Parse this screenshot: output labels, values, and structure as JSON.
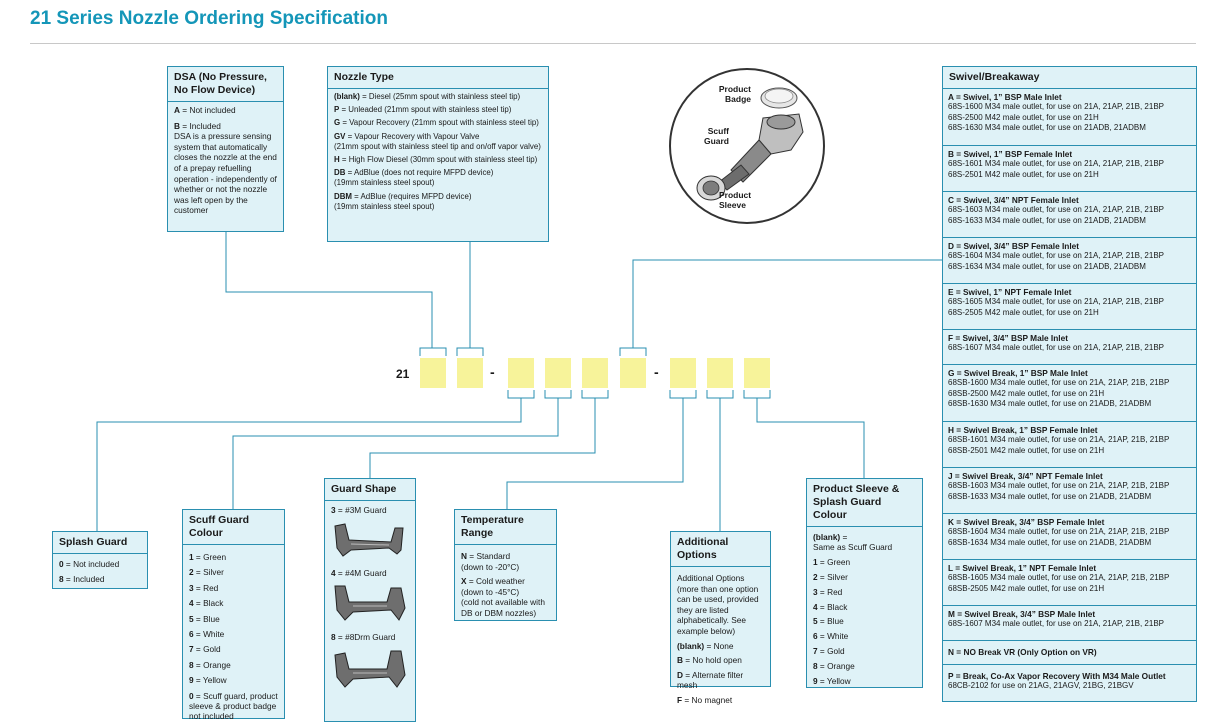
{
  "title": "21 Series Nozzle Ordering Specification",
  "code": {
    "prefix": "21",
    "dash1": "-",
    "dash2": "-"
  },
  "dsa": {
    "header": "DSA (No Pressure, No Flow Device)",
    "a": {
      "key": "A",
      "text": " = Not included"
    },
    "b": {
      "key": "B",
      "text": " = Included"
    },
    "desc": "DSA is a pressure sensing system that automatically closes the nozzle at the end of a prepay refuelling operation - independently of whether or not the nozzle was left open by the customer"
  },
  "nozzle_type": {
    "header": "Nozzle Type",
    "items": [
      {
        "key": "(blank)",
        "text": " = Diesel (25mm spout with stainless steel tip)"
      },
      {
        "key": "P",
        "text": " = Unleaded (21mm spout with stainless steel tip)"
      },
      {
        "key": "G",
        "text": " = Vapour Recovery (21mm spout with stainless steel tip)"
      },
      {
        "key": "GV",
        "text": " = Vapour Recovery with Vapour Valve",
        "text2": "(21mm spout with stainless steel tip and on/off vapor valve)"
      },
      {
        "key": "H",
        "text": " = High Flow Diesel (30mm spout with stainless steel tip)"
      },
      {
        "key": "DB",
        "text": " = AdBlue (does not require MFPD device)",
        "text2": "(19mm stainless steel spout)"
      },
      {
        "key": "DBM",
        "text": " = AdBlue (requires MFPD device)",
        "text2": "(19mm stainless steel spout)"
      }
    ]
  },
  "diagram_labels": {
    "badge": "Product Badge",
    "scuff": "Scuff Guard",
    "sleeve": "Product Sleeve"
  },
  "swivel": {
    "header": "Swivel/Breakaway",
    "items": [
      {
        "title": "A = Swivel, 1” BSP Male Inlet",
        "lines": [
          "68S-1600 M34 male outlet, for use on 21A, 21AP, 21B, 21BP",
          "68S-2500 M42 male outlet, for use on 21H",
          "68S-1630 M34 male outlet, for use on 21ADB, 21ADBM"
        ]
      },
      {
        "title": "B = Swivel, 1” BSP Female Inlet",
        "lines": [
          "68S-1601 M34 male outlet, for use on 21A, 21AP, 21B, 21BP",
          "68S-2501 M42 male outlet, for use on 21H"
        ]
      },
      {
        "title": "C = Swivel, 3/4” NPT Female Inlet",
        "lines": [
          "68S-1603 M34 male outlet, for use on 21A, 21AP, 21B, 21BP",
          "68S-1633 M34 male outlet, for use on 21ADB, 21ADBM"
        ]
      },
      {
        "title": "D = Swivel, 3/4” BSP Female Inlet",
        "lines": [
          "68S-1604 M34 male outlet, for use on 21A, 21AP, 21B, 21BP",
          "68S-1634 M34 male outlet, for use on 21ADB, 21ADBM"
        ]
      },
      {
        "title": "E = Swivel, 1” NPT Female Inlet",
        "lines": [
          "68S-1605 M34 male outlet, for use on 21A, 21AP, 21B, 21BP",
          "68S-2505 M42 male outlet, for use on 21H"
        ]
      },
      {
        "title": "F = Swivel, 3/4” BSP Male Inlet",
        "lines": [
          "68S-1607 M34 male outlet, for use on 21A, 21AP, 21B, 21BP"
        ]
      },
      {
        "title": "G = Swivel Break, 1” BSP Male Inlet",
        "lines": [
          "68SB-1600 M34 male outlet, for use on 21A, 21AP, 21B, 21BP",
          "68SB-2500 M42 male outlet, for use on 21H",
          "68SB-1630 M34 male outlet, for use on 21ADB, 21ADBM"
        ]
      },
      {
        "title": "H = Swivel Break, 1” BSP Female Inlet",
        "lines": [
          "68SB-1601 M34 male outlet, for use on 21A, 21AP, 21B, 21BP",
          "68SB-2501 M42 male outlet, for use on 21H"
        ]
      },
      {
        "title": "J = Swivel Break, 3/4” NPT Female Inlet",
        "lines": [
          "68SB-1603 M34 male outlet, for use on 21A, 21AP, 21B, 21BP",
          "68SB-1633 M34 male outlet, for use on 21ADB, 21ADBM"
        ]
      },
      {
        "title": "K = Swivel Break, 3/4” BSP Female Inlet",
        "lines": [
          "68SB-1604 M34 male outlet, for use on 21A, 21AP, 21B, 21BP",
          "68SB-1634 M34 male outlet, for use on 21ADB, 21ADBM"
        ]
      },
      {
        "title": "L = Swivel Break, 1” NPT Female Inlet",
        "lines": [
          "68SB-1605 M34 male outlet, for use on 21A, 21AP, 21B, 21BP",
          "68SB-2505 M42 male outlet, for use on 21H"
        ]
      },
      {
        "title": "M = Swivel Break, 3/4” BSP Male Inlet",
        "lines": [
          "68S-1607 M34 male outlet, for use on 21A, 21AP, 21B, 21BP"
        ]
      },
      {
        "title": "N = NO Break VR (Only Option on VR)",
        "lines": []
      },
      {
        "title": "P = Break, Co-Ax Vapor Recovery With M34 Male Outlet",
        "lines": [
          "68CB-2102 for use on 21AG, 21AGV, 21BG, 21BGV"
        ]
      }
    ]
  },
  "splash": {
    "header": "Splash Guard",
    "items": [
      {
        "key": "0",
        "text": " = Not included"
      },
      {
        "key": "8",
        "text": " = Included"
      }
    ]
  },
  "scuff_colour": {
    "header": "Scuff Guard Colour",
    "items": [
      {
        "key": "1",
        "text": " = Green"
      },
      {
        "key": "2",
        "text": " = Silver"
      },
      {
        "key": "3",
        "text": " = Red"
      },
      {
        "key": "4",
        "text": " = Black"
      },
      {
        "key": "5",
        "text": " = Blue"
      },
      {
        "key": "6",
        "text": " = White"
      },
      {
        "key": "7",
        "text": " = Gold"
      },
      {
        "key": "8",
        "text": " = Orange"
      },
      {
        "key": "9",
        "text": " = Yellow"
      },
      {
        "key": "0",
        "text": " = Scuff guard, product sleeve & product badge not included"
      }
    ]
  },
  "guard_shape": {
    "header": "Guard Shape",
    "items": [
      {
        "key": "3",
        "text": " = #3M Guard"
      },
      {
        "key": "4",
        "text": " = #4M Guard"
      },
      {
        "key": "8",
        "text": " = #8Drm Guard"
      }
    ]
  },
  "temperature": {
    "header": "Temperature Range",
    "n": {
      "key": "N",
      "text": " = Standard",
      "text2": "(down to -20°C)"
    },
    "x": {
      "key": "X",
      "text": " = Cold weather",
      "text2": "(down to -45°C)",
      "text3": "(cold not available with DB or DBM nozzles)"
    }
  },
  "additional": {
    "header": "Additional Options",
    "desc": "Additional Options (more than one option can be used, provided they are listed alphabetically. See example below)",
    "items": [
      {
        "key": "(blank)",
        "text": " = None"
      },
      {
        "key": "B",
        "text": " = No hold open"
      },
      {
        "key": "D",
        "text": " = Alternate filter mesh"
      },
      {
        "key": "F",
        "text": " = No magnet"
      }
    ]
  },
  "sleeve_colour": {
    "header": "Product Sleeve & Splash Guard Colour",
    "blank": {
      "key": "(blank)",
      "text": " =",
      "text2": "Same as Scuff Guard"
    },
    "items": [
      {
        "key": "1",
        "text": " = Green"
      },
      {
        "key": "2",
        "text": " = Silver"
      },
      {
        "key": "3",
        "text": " = Red"
      },
      {
        "key": "4",
        "text": " = Black"
      },
      {
        "key": "5",
        "text": " = Blue"
      },
      {
        "key": "6",
        "text": " = White"
      },
      {
        "key": "7",
        "text": " = Gold"
      },
      {
        "key": "8",
        "text": " = Orange"
      },
      {
        "key": "9",
        "text": " = Yellow"
      }
    ]
  },
  "colors": {
    "accent": "#1496b8",
    "box_fill": "#dff2f7",
    "box_border": "#2a8fb0",
    "slot": "#f7f39a"
  }
}
